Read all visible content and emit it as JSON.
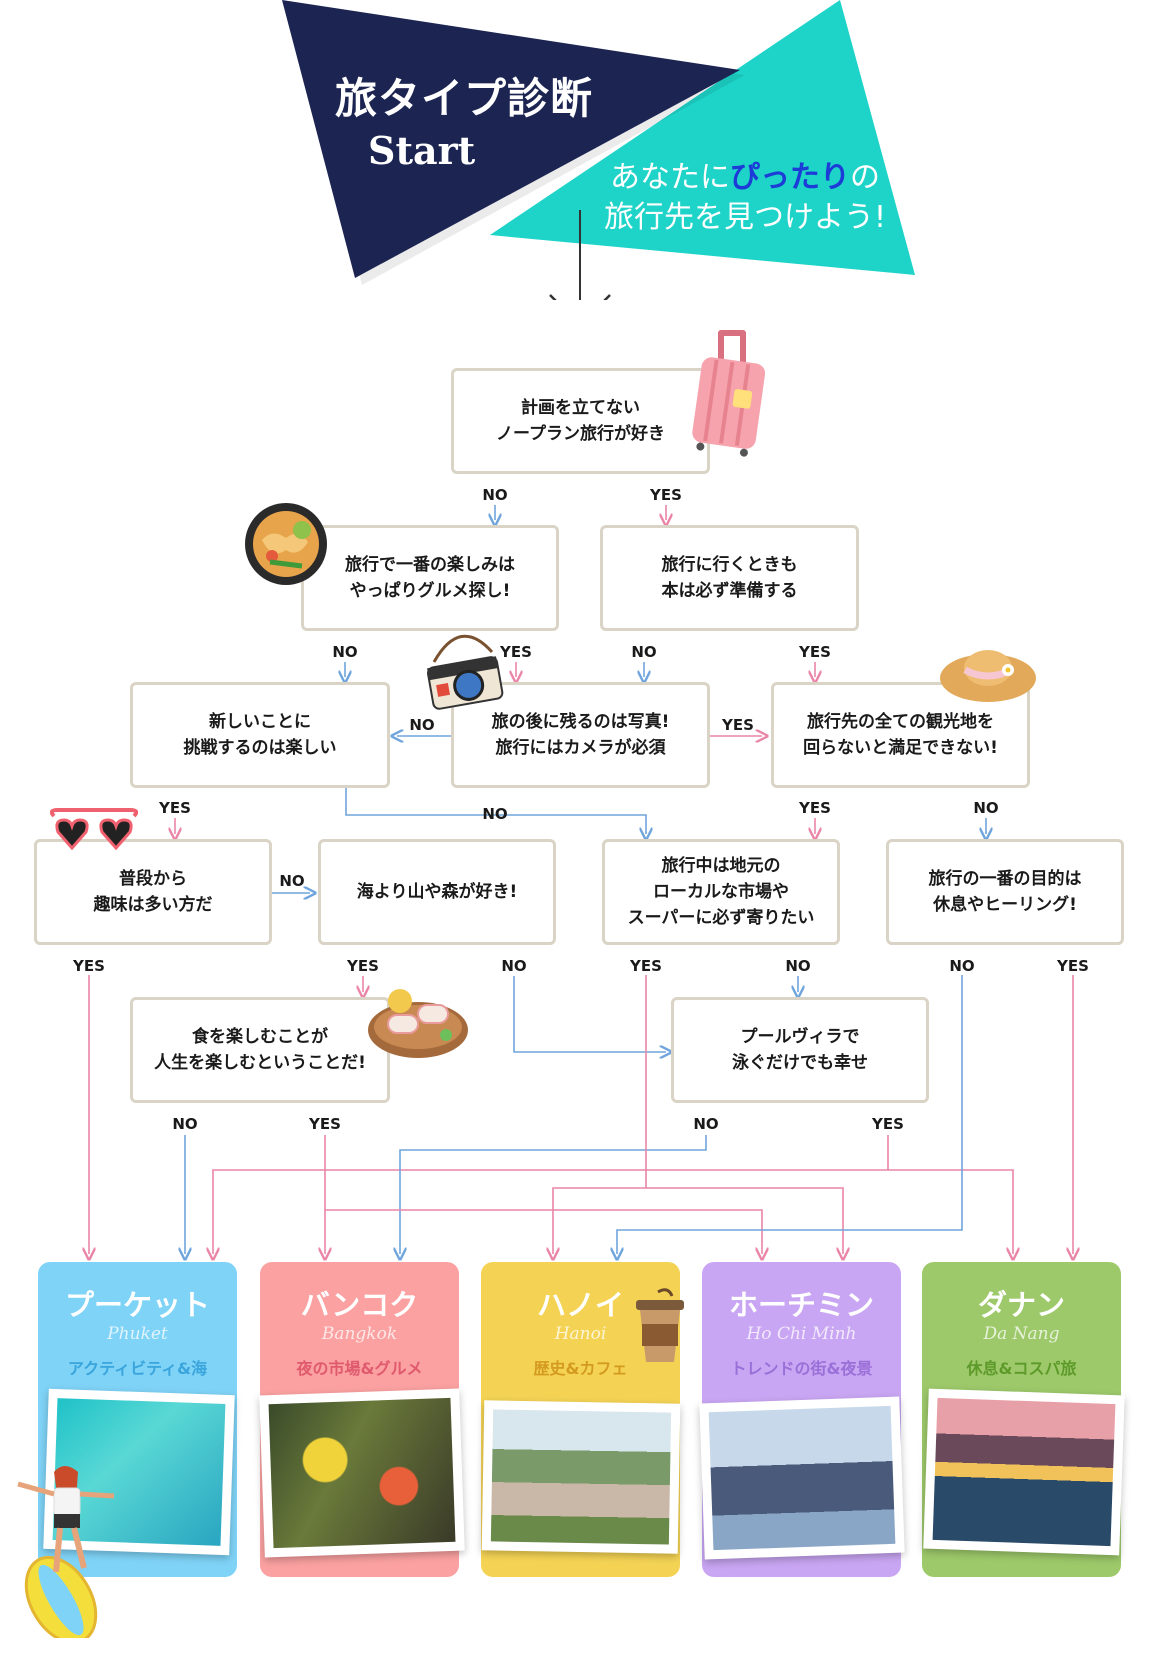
{
  "header": {
    "title": "旅タイプ診断",
    "start": "Start",
    "subtitle_pre": "あなたに",
    "subtitle_highlight": "ぴったり",
    "subtitle_post": "の",
    "subtitle_line2": "旅行先を見つけよう!"
  },
  "questions": {
    "q1": "計画を立てない\nノープラン旅行が好き",
    "q2": "旅行で一番の楽しみは\nやっぱりグルメ探し!",
    "q3": "旅行に行くときも\n本は必ず準備する",
    "q4": "新しいことに\n挑戦するのは楽しい",
    "q5": "旅の後に残るのは写真!\n旅行にはカメラが必須",
    "q6": "旅行先の全ての観光地を\n回らないと満足できない!",
    "q7": "普段から\n趣味は多い方だ",
    "q8": "海より山や森が好き!",
    "q9": "旅行中は地元の\nローカルな市場や\nスーパーに必ず寄りたい",
    "q10": "旅行の一番の目的は\n休息やヒーリング!",
    "q11": "食を楽しむことが\n人生を楽しむということだ!",
    "q12": "プールヴィラで\n泳ぐだけでも幸せ"
  },
  "labels": {
    "yes": "YES",
    "no": "NO"
  },
  "destinations": [
    {
      "name": "プーケット",
      "en": "Phuket",
      "tag": "アクティビティ&海"
    },
    {
      "name": "バンコク",
      "en": "Bangkok",
      "tag": "夜の市場&グルメ"
    },
    {
      "name": "ハノイ",
      "en": "Hanoi",
      "tag": "歴史&カフェ"
    },
    {
      "name": "ホーチミン",
      "en": "Ho Chi Minh",
      "tag": "トレンドの街&夜景"
    },
    {
      "name": "ダナン",
      "en": "Da Nang",
      "tag": "休息&コスパ旅"
    }
  ],
  "colors": {
    "navy": "#1c2452",
    "teal": "#1ed3c8",
    "yes_line": "#ea85a6",
    "no_line": "#6fa5dc",
    "phuket": "#7fd3f7",
    "bangkok": "#fba1a1",
    "hanoi": "#f4d354",
    "hochiminh": "#c9a6f3",
    "danang": "#9dc96a"
  },
  "icons": [
    "suitcase-icon",
    "pad-thai-icon",
    "camera-icon",
    "sun-hat-icon",
    "heart-sunglasses-icon",
    "spring-rolls-icon",
    "coffee-cup-icon",
    "surfer-icon"
  ]
}
